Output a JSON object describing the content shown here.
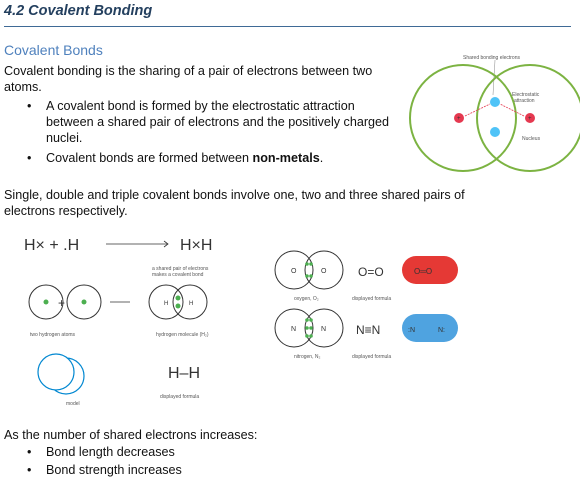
{
  "section_title": "4.2 Covalent Bonding",
  "subheading": "Covalent Bonds",
  "intro_text": "Covalent bonding is the sharing of a pair of electrons between two atoms.",
  "bullets_top": [
    "A covalent bond is formed by the electrostatic attraction between a shared pair of electrons and the positively charged nuclei.",
    "Covalent bonds are formed between non-metals."
  ],
  "bullet2_prefix": "Covalent bonds are formed between ",
  "bullet2_bold": "non-metals",
  "bullet2_suffix": ".",
  "para2": "Single, double and triple covalent bonds involve one, two and three shared pairs of electrons respectively.",
  "bullet_char": "•",
  "diagram_top": {
    "label_shared": "Shared bonding electrons",
    "label_attraction_1": "Electrostatic",
    "label_attraction_2": "attraction",
    "label_nucleus": "Nucleus"
  },
  "diagram_h2": {
    "eq_left": "H× + .H",
    "eq_right": "H×H",
    "annot_1": "a shared pair of electrons",
    "annot_2": "makes a covalent bond",
    "atom_h": "H",
    "plus": "+",
    "label_two_atoms": "two hydrogen atoms",
    "label_molecule": "hydrogen molecule (H₂)",
    "label_model": "model",
    "formula": "H–H",
    "label_displayed": "displayed formula"
  },
  "diagram_o2": {
    "atom": "O",
    "formula": "O=O",
    "label_name": "oxygen, O₂",
    "label_displayed": "displayed formula",
    "model_text": "O═O"
  },
  "diagram_n2": {
    "atom": "N",
    "formula": "N≡N",
    "label_name": "nitrogen, N₂",
    "label_displayed": "displayed formula",
    "model_left": ":N",
    "model_right": "N:"
  },
  "bottom_text": "As the number of shared electrons increases:",
  "bullets_bottom": [
    "Bond length decreases",
    "Bond strength increases"
  ],
  "colors": {
    "heading": "#24405f",
    "subheading": "#4f81bd",
    "ring": "#7cb342",
    "nucleus": "#e53950",
    "electron": "#4fc3f7"
  }
}
